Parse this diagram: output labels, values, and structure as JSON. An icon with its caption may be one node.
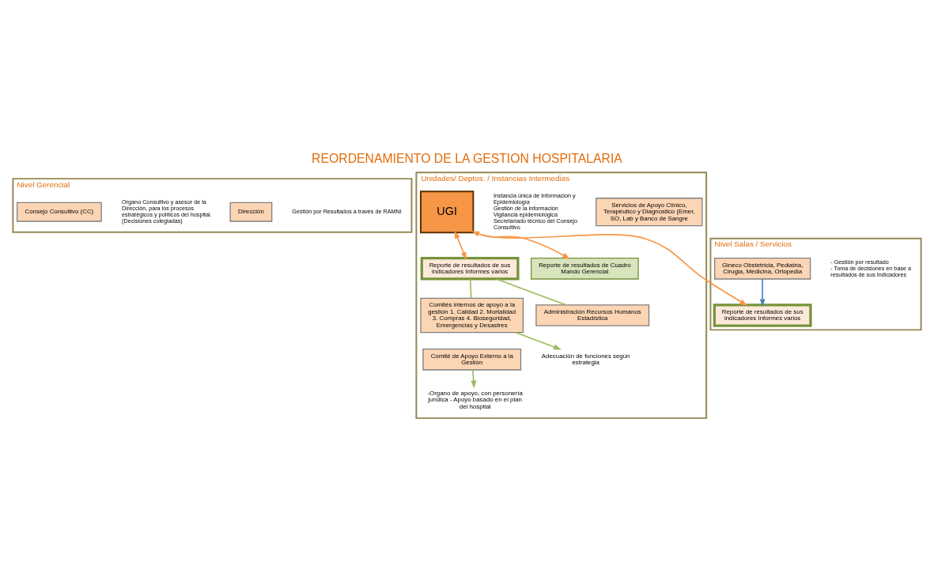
{
  "diagram": {
    "title": "REORDENAMIENTO DE LA GESTION HOSPITALARIA",
    "nodes": [
      {
        "text": [
          "Nivel Gerencial"
        ]
      },
      {
        "text": [
          "Dirección"
        ],
        "in": 0,
        "beside": [
          "Gestión por Resultados a través de RAMNI"
        ]
      },
      {
        "text": [
          "Consejo Consultivo (CC)"
        ],
        "in": 0,
        "beside": [
          "Organo Consultivo y asesor de la Dirección, para los procesos estratégicos y políticos del hospital. (Decisiones colegiadas)"
        ]
      },
      {
        "text": [
          "Unidades/ Deptos. / Instancias Intermedias"
        ]
      },
      {
        "text": [
          "Reporte de resultados de sus indicadores Informes varios"
        ],
        "in": 3
      },
      {
        "text": [
          "Reporte de resultados de Cuadro Mando Gerencial"
        ],
        "in": 3
      },
      {
        "text": [
          "Comités internos de apoyo a la gestión 1. Calidad 2. Mortalidad 3. Compras 4. Bioseguridad, Emergencias y Desastres"
        ],
        "in": 3
      },
      {
        "text": [
          "Comité de Apoyo Externo a la Gestión"
        ],
        "in": 3
      },
      {
        "text": [
          "Adecuación de funciones según estrategia"
        ],
        "in": 3
      },
      {
        "text": [
          "-Organo de apoyo, con personería jurídica - Apoyo basado en el plan del hospital"
        ],
        "in": 3
      },
      {
        "text": [
          "Servicios de Apoyo Clínico, Terapéutico y Diagnostico (Emer, SO, Lab y Banco de Sangre"
        ],
        "in": 3
      },
      {
        "text": [
          "Administración Recursos Humanos Estadística"
        ],
        "in": 3
      },
      {
        "text": [
          "UGI"
        ],
        "in": 3,
        "beside": [
          "Instancia única de Informacion y Epidemiología",
          "Gestión de la información",
          "Vigilancia epidemiológica",
          "Secretariado técnico del Consejo Consultivo"
        ]
      },
      {
        "text": [
          "Nivel Salas / Servicios"
        ]
      },
      {
        "text": [
          "Reporte de resultados de sus indicadores Informes varios"
        ],
        "in": 13
      },
      {
        "text": [
          "Gineco Obstetricia, Pediatria, Cirugia, Medicina, Ortopedia"
        ],
        "in": 13,
        "beside": [
          "- Gestión por resultado",
          "- Toma de decisiones en base a resultados de sus Indicadores"
        ]
      }
    ],
    "edges": [
      {
        "from": 4,
        "to": 6,
        "arrow": "none",
        "color": "#9bbb59"
      },
      {
        "from": 4,
        "to": 11,
        "arrow": "none",
        "color": "#9bbb59"
      },
      {
        "from": 6,
        "to": 8,
        "arrow": "to",
        "color": "#9bbb59"
      },
      {
        "from": 7,
        "to": 9,
        "arrow": "to",
        "color": "#9bbb59"
      },
      {
        "from": 12,
        "to": 4,
        "arrow": "both",
        "color": "#f79646"
      },
      {
        "from": 12,
        "to": 5,
        "arrow": "to",
        "color": "#f79646"
      },
      {
        "from": 12,
        "to": 14,
        "arrow": "both",
        "color": "#f79646"
      },
      {
        "from": 15,
        "to": 14,
        "arrow": "to",
        "color": "#4f81bd"
      }
    ]
  }
}
